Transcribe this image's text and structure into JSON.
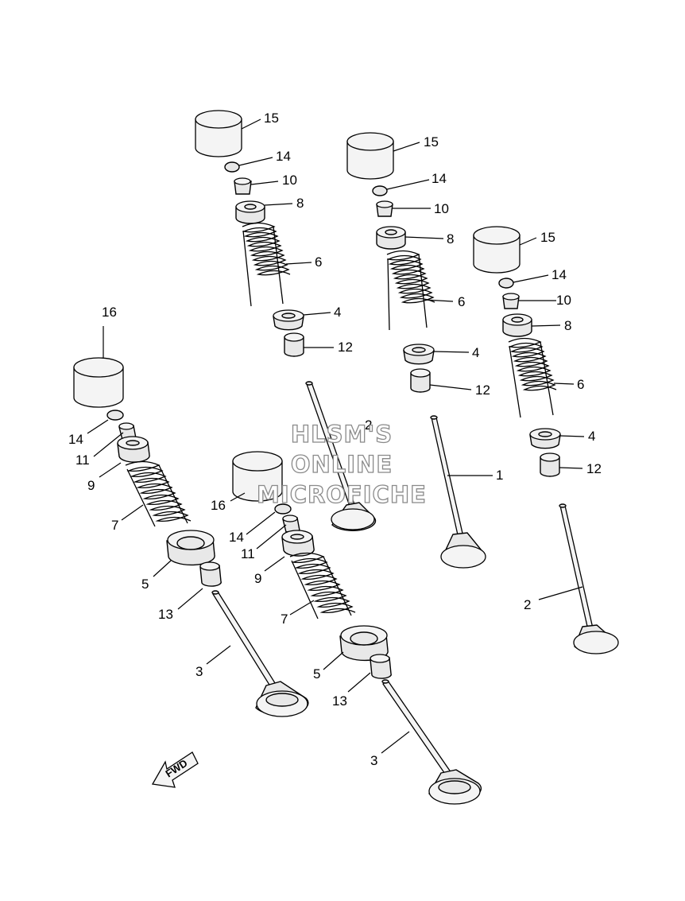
{
  "diagram": {
    "callouts": {
      "c15a": "15",
      "c14a": "14",
      "c10a": "10",
      "c8a": "8",
      "c6a": "6",
      "c4a": "4",
      "c12a": "12",
      "c15b": "15",
      "c14b": "14",
      "c10b": "10",
      "c8b": "8",
      "c6b": "6",
      "c4b": "4",
      "c12b": "12",
      "c15c": "15",
      "c14c": "14",
      "c10c": "10",
      "c8c": "8",
      "c6c": "6",
      "c4c": "4",
      "c12c": "12",
      "c1": "1",
      "c2a": "2",
      "c2b": "2",
      "c16a": "16",
      "c14d": "14",
      "c11a": "11",
      "c9a": "9",
      "c7a": "7",
      "c5a": "5",
      "c13a": "13",
      "c3a": "3",
      "c16b": "16",
      "c14e": "14",
      "c11b": "11",
      "c9b": "9",
      "c7b": "7",
      "c5b": "5",
      "c13b": "13",
      "c3b": "3"
    },
    "fwd_label": "FWD",
    "watermark": [
      "HLSM'S",
      "ONLINE",
      "MICROFICHE"
    ]
  }
}
